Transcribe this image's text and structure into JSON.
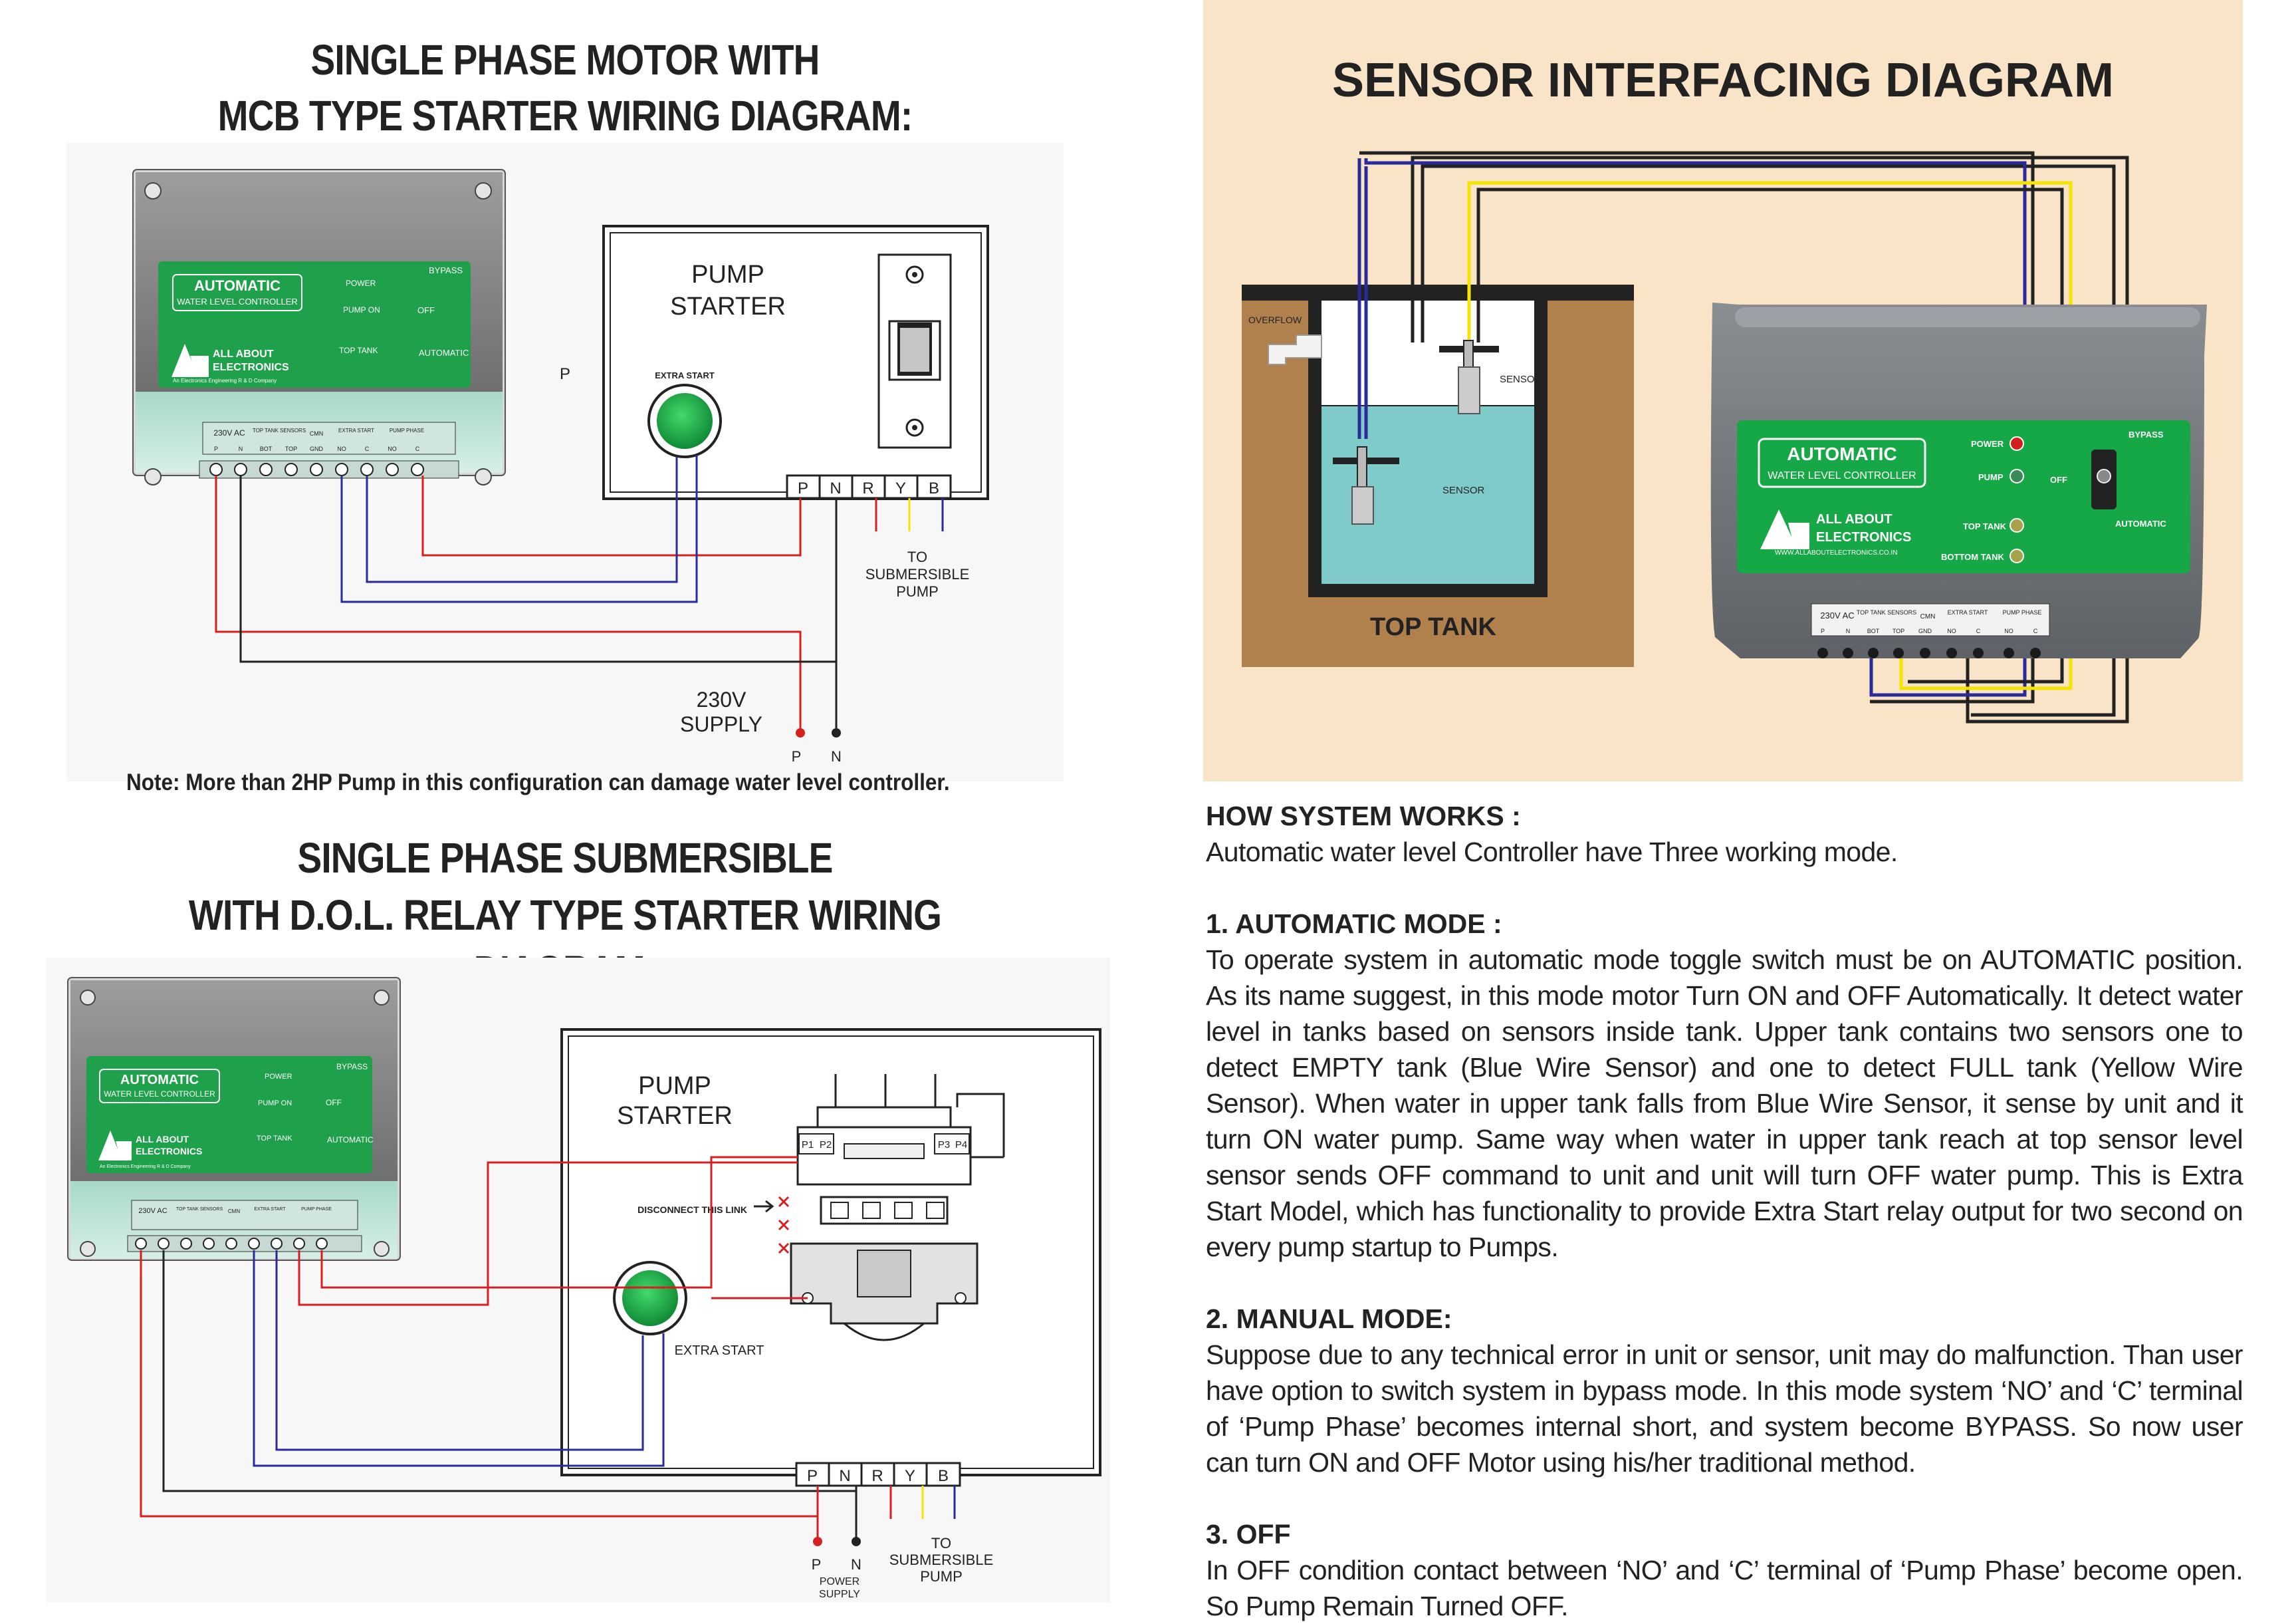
{
  "left_top": {
    "title_line1": "SINGLE PHASE MOTOR  WITH",
    "title_line2": "MCB TYPE STARTER WIRING DIAGRAM:",
    "note": "Note: More than 2HP Pump in this configuration can damage water level controller."
  },
  "left_bottom": {
    "title_line1": "SINGLE PHASE SUBMERSIBLE",
    "title_line2": "WITH D.O.L. RELAY TYPE STARTER WIRING DIAGRAM:"
  },
  "controller": {
    "name_line1": "AUTOMATIC",
    "name_line2": "WATER LEVEL CONTROLLER",
    "brand_line1": "ALL  ABOUT",
    "brand_line2": "ELECTRONICS",
    "tagline": "An Electronics Engineering R & D Company",
    "website": "WWW.ALLABOUTELECTRONICS.CO.IN",
    "power": "POWER",
    "pump_on": "PUMP ON",
    "pump": "PUMP",
    "top_tank": "TOP TANK",
    "bottom_tank": "BOTTOM TANK",
    "bypass": "BYPASS",
    "off": "OFF",
    "automatic": "AUTOMATIC",
    "terminal_groups": [
      "230V AC",
      "TOP TANK SENSORS",
      "CMN",
      "EXTRA START",
      "PUMP PHASE"
    ],
    "terminal_labels": [
      "P",
      "N",
      "BOT",
      "TOP",
      "GND",
      "NO",
      "C",
      "NO",
      "C"
    ]
  },
  "mcb_diagram": {
    "starter_label_line1": "PUMP",
    "starter_label_line2": "STARTER",
    "extra_start": "EXTRA START",
    "stray_p": "P",
    "terminals": [
      "P",
      "N",
      "R",
      "Y",
      "B"
    ],
    "to_pump": [
      "TO",
      "SUBMERSIBLE",
      "PUMP"
    ],
    "supply": [
      "230V",
      "SUPPLY"
    ],
    "supply_terminals": [
      "P",
      "N"
    ]
  },
  "dol_diagram": {
    "starter_label_line1": "PUMP",
    "starter_label_line2": "STARTER",
    "extra_start": "EXTRA START",
    "disconnect": "DISCONNECT THIS LINK",
    "relay_terminals": [
      "P1",
      "P2",
      "P3",
      "P4"
    ],
    "terminals": [
      "P",
      "N",
      "R",
      "Y",
      "B"
    ],
    "to_pump": [
      "TO",
      "SUBMERSIBLE",
      "PUMP"
    ],
    "supply_terminals": [
      "P",
      "N"
    ],
    "supply": [
      "POWER",
      "SUPPLY"
    ]
  },
  "sensor": {
    "title": "SENSOR INTERFACING DIAGRAM",
    "overflow": "OVERFLOW",
    "sensor_label": "SENSOR",
    "tank_label": "TOP TANK"
  },
  "how": {
    "title": "HOW SYSTEM WORKS :",
    "intro": "Automatic water level Controller  have Three working mode.",
    "mode1_title": "1. AUTOMATIC MODE :",
    "mode1_text": "To operate system in automatic mode toggle switch must be on AUTOMATIC position. As its name suggest, in this mode motor Turn ON and OFF Automatically. It detect water level in tanks based on sensors inside tank. Upper tank contains two sensors one to detect EMPTY tank (Blue Wire Sensor) and one to detect FULL tank (Yellow Wire Sensor). When water in upper tank falls from Blue Wire Sensor, it sense by unit and it turn ON water pump. Same way when water in upper tank reach at top sensor level sensor sends OFF command to unit and unit will turn OFF water pump. This is Extra Start Model, which has functionality to provide Extra Start relay output for two second on every pump startup to Pumps.",
    "mode2_title": "2. MANUAL MODE:",
    "mode2_text": "Suppose due to any technical error in unit or sensor, unit may do malfunction. Than user have option to switch system in bypass mode. In this mode system ‘NO’ and ‘C’ terminal of ‘Pump Phase’ becomes internal short, and system become BYPASS. So now user can turn ON and OFF Motor using his/her traditional method.",
    "mode3_title": "3. OFF",
    "mode3_text": "In OFF condition contact between ‘NO’ and ‘C’ terminal of ‘Pump Phase’ become open. So Pump Remain Turned OFF."
  },
  "colors": {
    "wire_red": "#d42020",
    "wire_blue": "#2a2a9a",
    "wire_yellow": "#f5e400",
    "wire_black": "#222222",
    "panel_green": "#1fa04a",
    "lamp_green": "#17a940",
    "beige": "#f9e4c8",
    "water": "#7fcbc9",
    "soil": "#b0814d"
  }
}
